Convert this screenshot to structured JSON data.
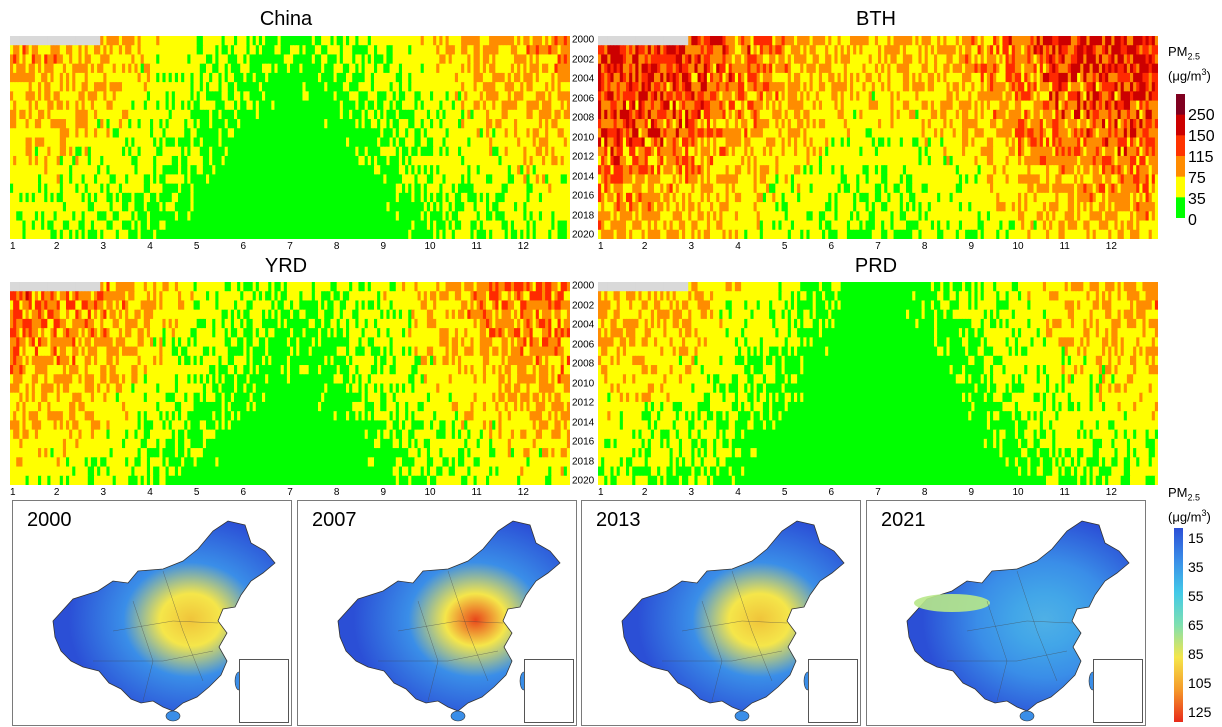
{
  "panels": [
    {
      "title": "China",
      "profile": "china"
    },
    {
      "title": "BTH",
      "profile": "bth"
    },
    {
      "title": "YRD",
      "profile": "yrd"
    },
    {
      "title": "PRD",
      "profile": "prd"
    }
  ],
  "year_ticks": [
    "2000",
    "2002",
    "2004",
    "2006",
    "2008",
    "2010",
    "2012",
    "2014",
    "2016",
    "2018",
    "2020"
  ],
  "month_ticks": [
    "1",
    "2",
    "3",
    "4",
    "5",
    "6",
    "7",
    "8",
    "9",
    "10",
    "11",
    "12"
  ],
  "legend_top": {
    "title_main": "PM",
    "title_sub": "2.5",
    "title_unit_pre": "(μg/m",
    "title_unit_sup": "3",
    "title_unit_post": ")",
    "labels": [
      "250",
      "150",
      "115",
      "75",
      "35",
      "0"
    ],
    "colors": [
      "#800020",
      "#cc0000",
      "#ff3300",
      "#ff8c00",
      "#ffff00",
      "#00ff00"
    ]
  },
  "legend_bottom": {
    "title_main": "PM",
    "title_sub": "2.5",
    "title_unit_pre": "(μg/m",
    "title_unit_sup": "3",
    "title_unit_post": ")",
    "labels": [
      "15",
      "35",
      "55",
      "65",
      "85",
      "105",
      "125"
    ],
    "colors": [
      "#2b4fd6",
      "#3a8ee8",
      "#42c9e8",
      "#7fe0b0",
      "#f5e64a",
      "#f59a2a",
      "#e82a1a"
    ]
  },
  "maps": [
    {
      "year": "2000",
      "level": 0.45
    },
    {
      "year": "2007",
      "level": 0.85
    },
    {
      "year": "2013",
      "level": 0.7
    },
    {
      "year": "2021",
      "level": 0.15
    }
  ],
  "chart_data": {
    "type": "heatmap",
    "x_axis": "day of year (months 1–12)",
    "y_axis": "year 2000–2021",
    "color_thresholds": [
      0,
      35,
      75,
      115,
      150,
      250
    ],
    "series": [
      {
        "name": "China",
        "typical_winter": 90,
        "typical_summer": 30
      },
      {
        "name": "BTH",
        "typical_winter": 160,
        "typical_summer": 70
      },
      {
        "name": "YRD",
        "typical_winter": 110,
        "typical_summer": 35
      },
      {
        "name": "PRD",
        "typical_winter": 85,
        "typical_summer": 25
      }
    ]
  }
}
